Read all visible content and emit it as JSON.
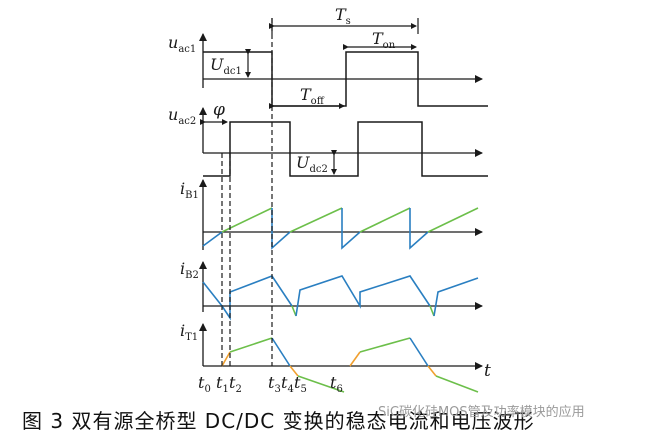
{
  "signals": {
    "uac1": {
      "sym": "u",
      "sub": "ac1"
    },
    "uac2": {
      "sym": "u",
      "sub": "ac2"
    },
    "iB1": {
      "sym": "i",
      "sub": "B1"
    },
    "iB2": {
      "sym": "i",
      "sub": "B2"
    },
    "iT1": {
      "sym": "i",
      "sub": "T1"
    }
  },
  "annotations": {
    "Ts": {
      "sym": "T",
      "sub": "s"
    },
    "Ton": {
      "sym": "T",
      "sub": "on"
    },
    "Toff": {
      "sym": "T",
      "sub": "off"
    },
    "Udc1": {
      "sym": "U",
      "sub": "dc1"
    },
    "Udc2": {
      "sym": "U",
      "sub": "dc2"
    },
    "phi": "φ"
  },
  "time_marks": [
    {
      "sym": "t",
      "sub": "0"
    },
    {
      "sym": "t",
      "sub": "1"
    },
    {
      "sym": "t",
      "sub": "2"
    },
    {
      "sym": "t",
      "sub": "3"
    },
    {
      "sym": "t",
      "sub": "4"
    },
    {
      "sym": "t",
      "sub": "5"
    },
    {
      "sym": "t",
      "sub": "6"
    }
  ],
  "time_axis_label": "t",
  "caption": "图 3   双有源全桥型 DC/DC 变换的稳态电流和电压波形",
  "watermark": "SiC碳化硅MOS管及功率模块的应用",
  "colors": {
    "blue": "#2a7fc1",
    "green": "#6cbf4a",
    "orange": "#f0a030",
    "ink": "#1a1a1a"
  }
}
